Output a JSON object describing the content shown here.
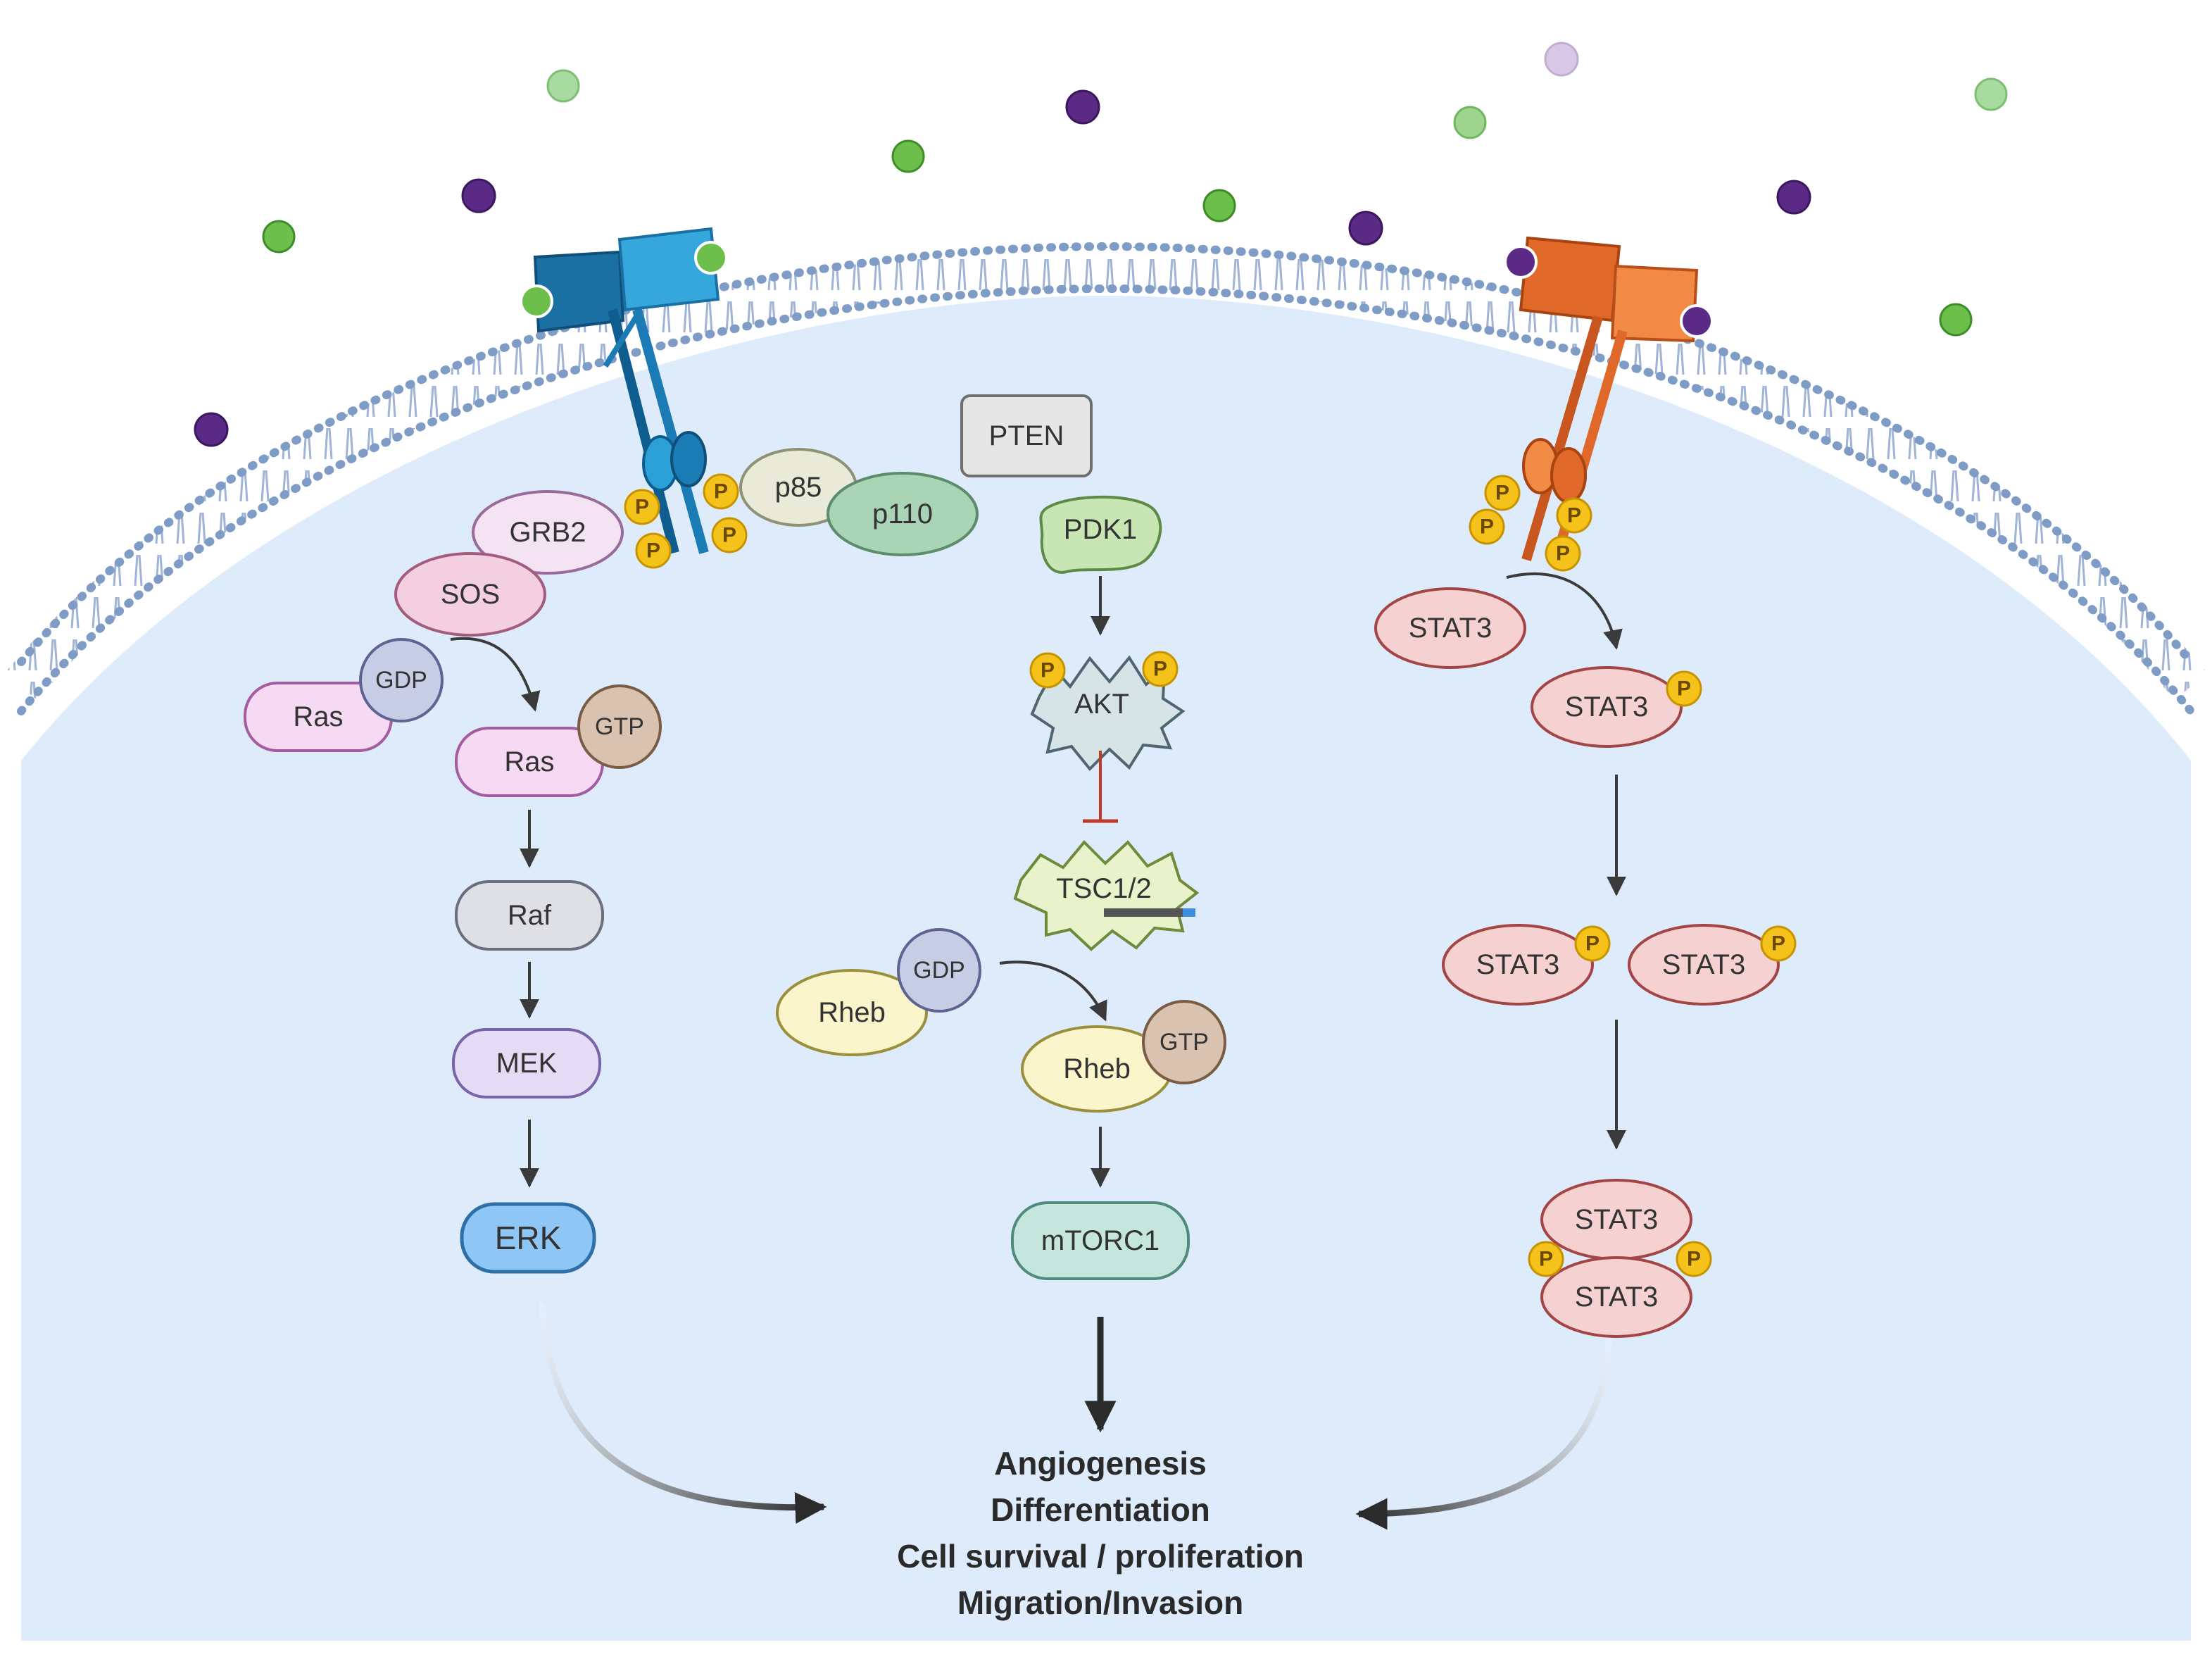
{
  "colors": {
    "cell_fill": "#deebfb",
    "membrane": "#8fa9cc",
    "green_ligand": "#6dbf4b",
    "purple_ligand": "#5b2a86",
    "receptor_blue": "#1a7bb5",
    "receptor_orange": "#e0692a",
    "phospho": "#f4c21b",
    "inhibit": "#c0392b"
  },
  "nodes": {
    "pten": "PTEN",
    "p85": "p85",
    "p110": "p110",
    "pdk1": "PDK1",
    "akt": "AKT",
    "tsc": "TSC1/2",
    "grb2": "GRB2",
    "sos": "SOS",
    "ras_inactive": "Ras",
    "gdp_ras": "GDP",
    "ras_active": "Ras",
    "gtp_ras": "GTP",
    "raf": "Raf",
    "mek": "MEK",
    "erk": "ERK",
    "rheb_inactive": "Rheb",
    "gdp_rheb": "GDP",
    "rheb_active": "Rheb",
    "gtp_rheb": "GTP",
    "mtorc1": "mTORC1",
    "stat3_a": "STAT3",
    "stat3_b": "STAT3",
    "stat3_c": "STAT3",
    "stat3_d": "STAT3",
    "stat3_dimer_top": "STAT3",
    "stat3_dimer_bottom": "STAT3"
  },
  "phospho_label": "P",
  "outcomes": [
    "Angiogenesis",
    "Differentiation",
    "Cell survival / proliferation",
    "Migration/Invasion"
  ]
}
